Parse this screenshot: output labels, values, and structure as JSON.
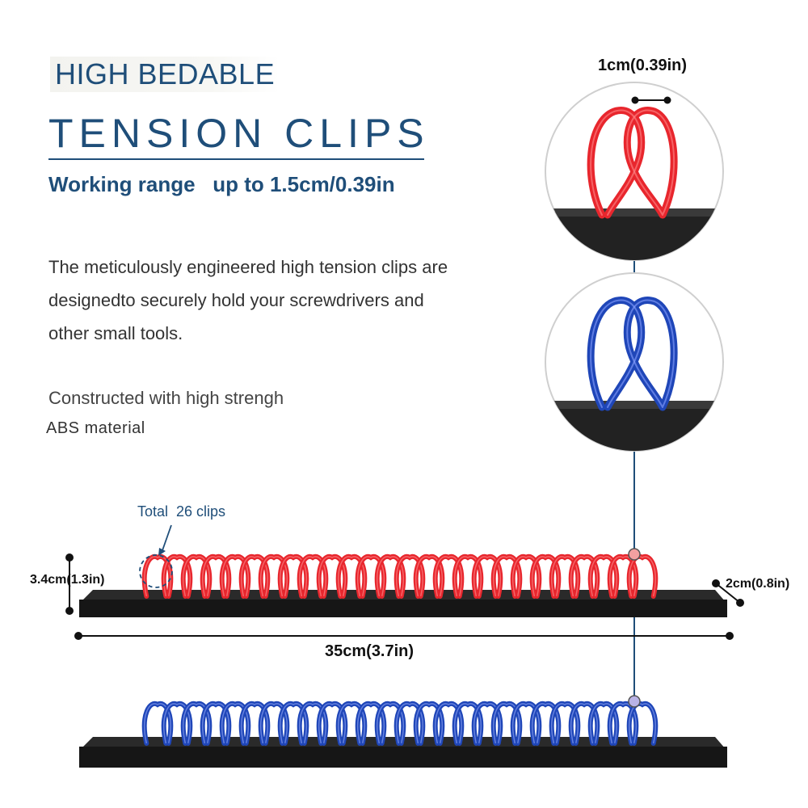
{
  "heading": {
    "line1": "HIGH BEDABLE",
    "line2": "TENSION CLIPS",
    "range": "Working range   up to 1.5cm/0.39in"
  },
  "description": "The meticulously engineered  high tension clips are designedto securely hold your screwdrivers and other small tools.",
  "material": {
    "line1": "Constructed with high strengh",
    "line2": "ABS material"
  },
  "dimensions": {
    "clip_gap": "1cm(0.39in)",
    "height": "3.4cm(1.3in)",
    "depth": "2cm(0.8in)",
    "length": "35cm(3.7in)",
    "clip_total": "Total  26 clips"
  },
  "colors": {
    "brand": "#1f4e79",
    "red_clip": "#e8262d",
    "blue_clip": "#1f46b8",
    "rail": "#1a1a1a"
  },
  "clip_count": 26
}
